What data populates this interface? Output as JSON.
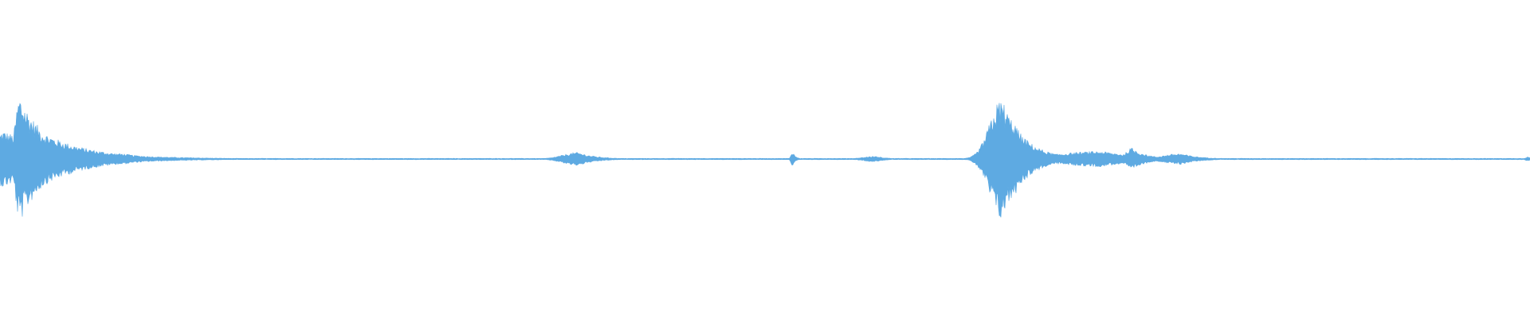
{
  "waveform": {
    "color": "#5eaae2",
    "amplitude_range": [
      -1,
      1
    ],
    "time_range": [
      0,
      1
    ],
    "baseline_amplitude": 0.006,
    "events": [
      {
        "t": 0.002,
        "peak": 0.26,
        "rise": 0.004,
        "decay": 0.04
      },
      {
        "t": 0.013,
        "peak": 0.58,
        "rise": 0.003,
        "decay": 0.018
      },
      {
        "t": 0.024,
        "peak": 0.28,
        "rise": 0.006,
        "decay": 0.03
      },
      {
        "t": 0.08,
        "peak": 0.05,
        "rise": 0.02,
        "decay": 0.02
      },
      {
        "t": 0.378,
        "peak": 0.06,
        "rise": 0.01,
        "decay": 0.012
      },
      {
        "t": 0.518,
        "peak": 0.07,
        "rise": 0.001,
        "decay": 0.002
      },
      {
        "t": 0.572,
        "peak": 0.025,
        "rise": 0.008,
        "decay": 0.008
      },
      {
        "t": 0.655,
        "peak": 0.55,
        "rise": 0.008,
        "decay": 0.014
      },
      {
        "t": 0.662,
        "peak": 0.38,
        "rise": 0.004,
        "decay": 0.01
      },
      {
        "t": 0.72,
        "peak": 0.07,
        "rise": 0.03,
        "decay": 0.03
      },
      {
        "t": 0.74,
        "peak": 0.1,
        "rise": 0.004,
        "decay": 0.01
      },
      {
        "t": 0.772,
        "peak": 0.05,
        "rise": 0.012,
        "decay": 0.012
      },
      {
        "t": 0.999,
        "peak": 0.02,
        "rise": 0.002,
        "decay": 0.002
      }
    ]
  }
}
